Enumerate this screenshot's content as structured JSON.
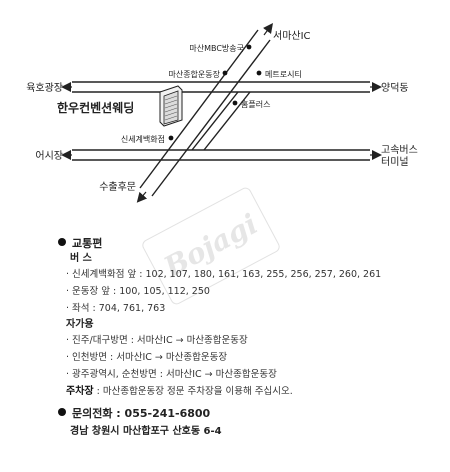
{
  "map": {
    "labels": {
      "north_ic": "서마산IC",
      "mbc": "마산MBC방송국",
      "stadium": "마산종합운동장",
      "metro": "메트로시티",
      "yukho": "육호광장",
      "yangdeok": "양덕동",
      "hall": "한우컨벤션웨딩",
      "homeplus": "홈플러스",
      "shinsegae": "신세계백화점",
      "fishmarket": "어시장",
      "bus_terminal_1": "고속버스",
      "bus_terminal_2": "터미널",
      "suchul": "수출후문"
    }
  },
  "watermark": "Bojagi",
  "transport": {
    "heading": "교통편",
    "bus": {
      "label": "버   스",
      "lines": [
        "· 신세계백화점 앞 : 102, 107, 180, 161, 163, 255, 256, 257, 260, 261",
        "· 운동장 앞 : 100, 105, 112, 250",
        "· 좌석 : 704, 761, 763"
      ]
    },
    "car": {
      "label": "자가용",
      "lines": [
        "· 진주/대구방면 : 서마산IC → 마산종합운동장",
        "· 인천방면 : 서마산IC → 마산종합운동장",
        "· 광주광역시, 순천방면 : 서마산IC → 마산종합운동장"
      ]
    },
    "parking_label": "주차장",
    "parking_text": " : 마산종합운동장 정문 주차장을 이용해 주십시오."
  },
  "contact": {
    "phone_label": "문의전화 : 055-241-6800",
    "address": "경남 창원시 마산합포구 산호동 6-4"
  }
}
